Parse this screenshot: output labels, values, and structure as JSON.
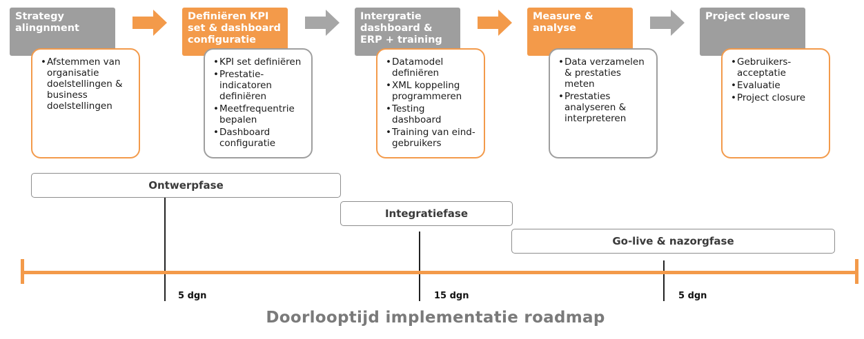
{
  "colors": {
    "accent_orange": "#f39a4a",
    "neutral_gray": "#9e9e9e",
    "text_dark": "#1a1a1a",
    "caption_gray": "#7a7a7a"
  },
  "steps": [
    {
      "title": "Strategy alingnment",
      "bullets": [
        "Afstemmen van organisatie doelstellingen & business doelstellingen"
      ]
    },
    {
      "title": "Definiëren KPI set & dashboard configuratie",
      "bullets": [
        "KPI set definiëren",
        "Prestatie-indicatoren definiëren",
        "Meetfrequentrie bepalen",
        "Dashboard configuratie"
      ]
    },
    {
      "title": "Intergratie dashboard & ERP + training",
      "bullets": [
        "Datamodel definiëren",
        "XML koppeling programmeren",
        "Testing dashboard",
        "Training van eind-gebruikers"
      ]
    },
    {
      "title": "Measure & analyse",
      "bullets": [
        "Data verzamelen & prestaties meten",
        "Prestaties analyseren & interpreteren"
      ]
    },
    {
      "title": "Project closure",
      "bullets": [
        "Gebruikers-acceptatie",
        "Evaluatie",
        "Project closure"
      ]
    }
  ],
  "phases": [
    "Ontwerpfase",
    "Integratiefase",
    "Go-live & nazorgfase"
  ],
  "durations": [
    "5 dgn",
    "15 dgn",
    "5 dgn"
  ],
  "caption": "Doorlooptijd implementatie roadmap"
}
